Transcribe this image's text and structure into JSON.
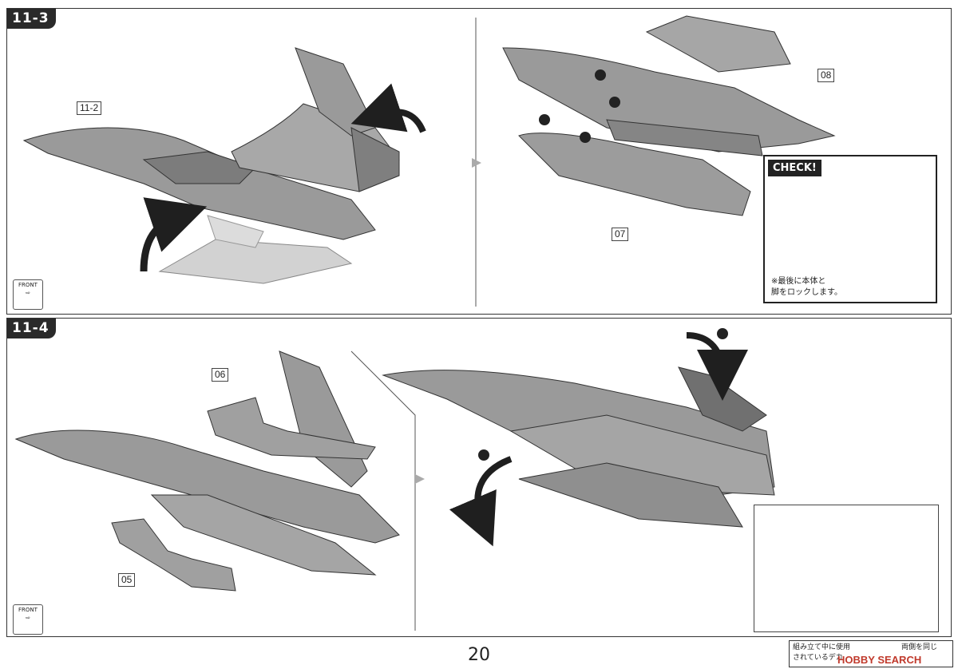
{
  "steps": {
    "top": "11-3",
    "bottom": "11-4"
  },
  "parts": {
    "p11_2": "11-2",
    "p08": "08",
    "p07": "07",
    "p06": "06",
    "p05": "05"
  },
  "front_label": "FRONT",
  "check": {
    "label": "CHECK!",
    "note_line1": "※最後に本体と",
    "note_line2": "脚をロックします。"
  },
  "page_number": "20",
  "footer": {
    "line1": "組み立て中に使用",
    "line2": "されているデカ",
    "side": "両側を同じ",
    "logo": "HOBBY SEARCH"
  },
  "colors": {
    "part_fill": "#9a9a9a",
    "part_dark": "#5e5e5e",
    "part_light": "#c8c8c8",
    "arrow": "#1f1f1f",
    "ghost": "#d2d2d2"
  }
}
